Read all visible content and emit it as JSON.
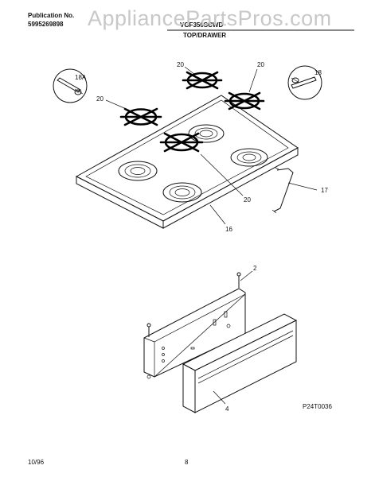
{
  "header": {
    "publication_label": "Publication No.",
    "publication_number": "5995269898",
    "model": "VGF350SCWD",
    "section": "TOP/DRAWER"
  },
  "watermark": "AppliancePartsPros.com",
  "callouts": {
    "grate_a": "20",
    "grate_b": "20",
    "grate_c": "20",
    "grate_d": "20",
    "bracket_left": "18A",
    "bracket_right": "18",
    "rod": "17",
    "top": "16",
    "drawer_screw": "2",
    "drawer_front": "4"
  },
  "figure_code": "P24T0036",
  "footer": {
    "date": "10/96",
    "page": "8"
  }
}
